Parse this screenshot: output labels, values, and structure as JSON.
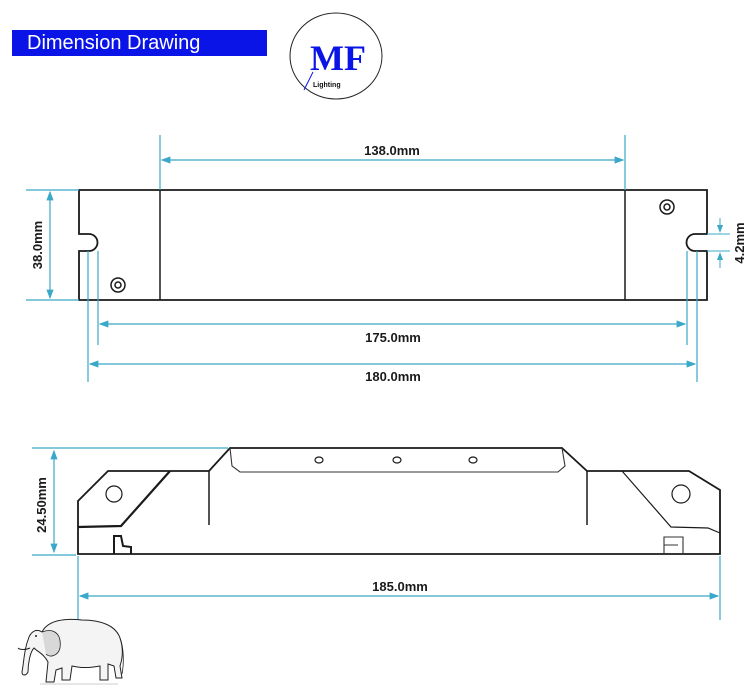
{
  "header": {
    "title": "Dimension Drawing",
    "logo": {
      "main": "MF",
      "sub": "Lighting"
    }
  },
  "colors": {
    "banner": "#0a14e6",
    "dimension_line": "#3aa8c8",
    "outline": "#1a1a1a",
    "logo_text": "#0a14e6"
  },
  "top_view": {
    "dimensions": {
      "inner_section": "138.0mm",
      "height": "38.0mm",
      "slot": "4.2mm",
      "hole_spacing": "175.0mm",
      "overall": "180.0mm"
    }
  },
  "side_view": {
    "dimensions": {
      "height": "24.50mm",
      "overall": "185.0mm"
    }
  },
  "decoration": {
    "mascot": "elephant-illustration"
  }
}
